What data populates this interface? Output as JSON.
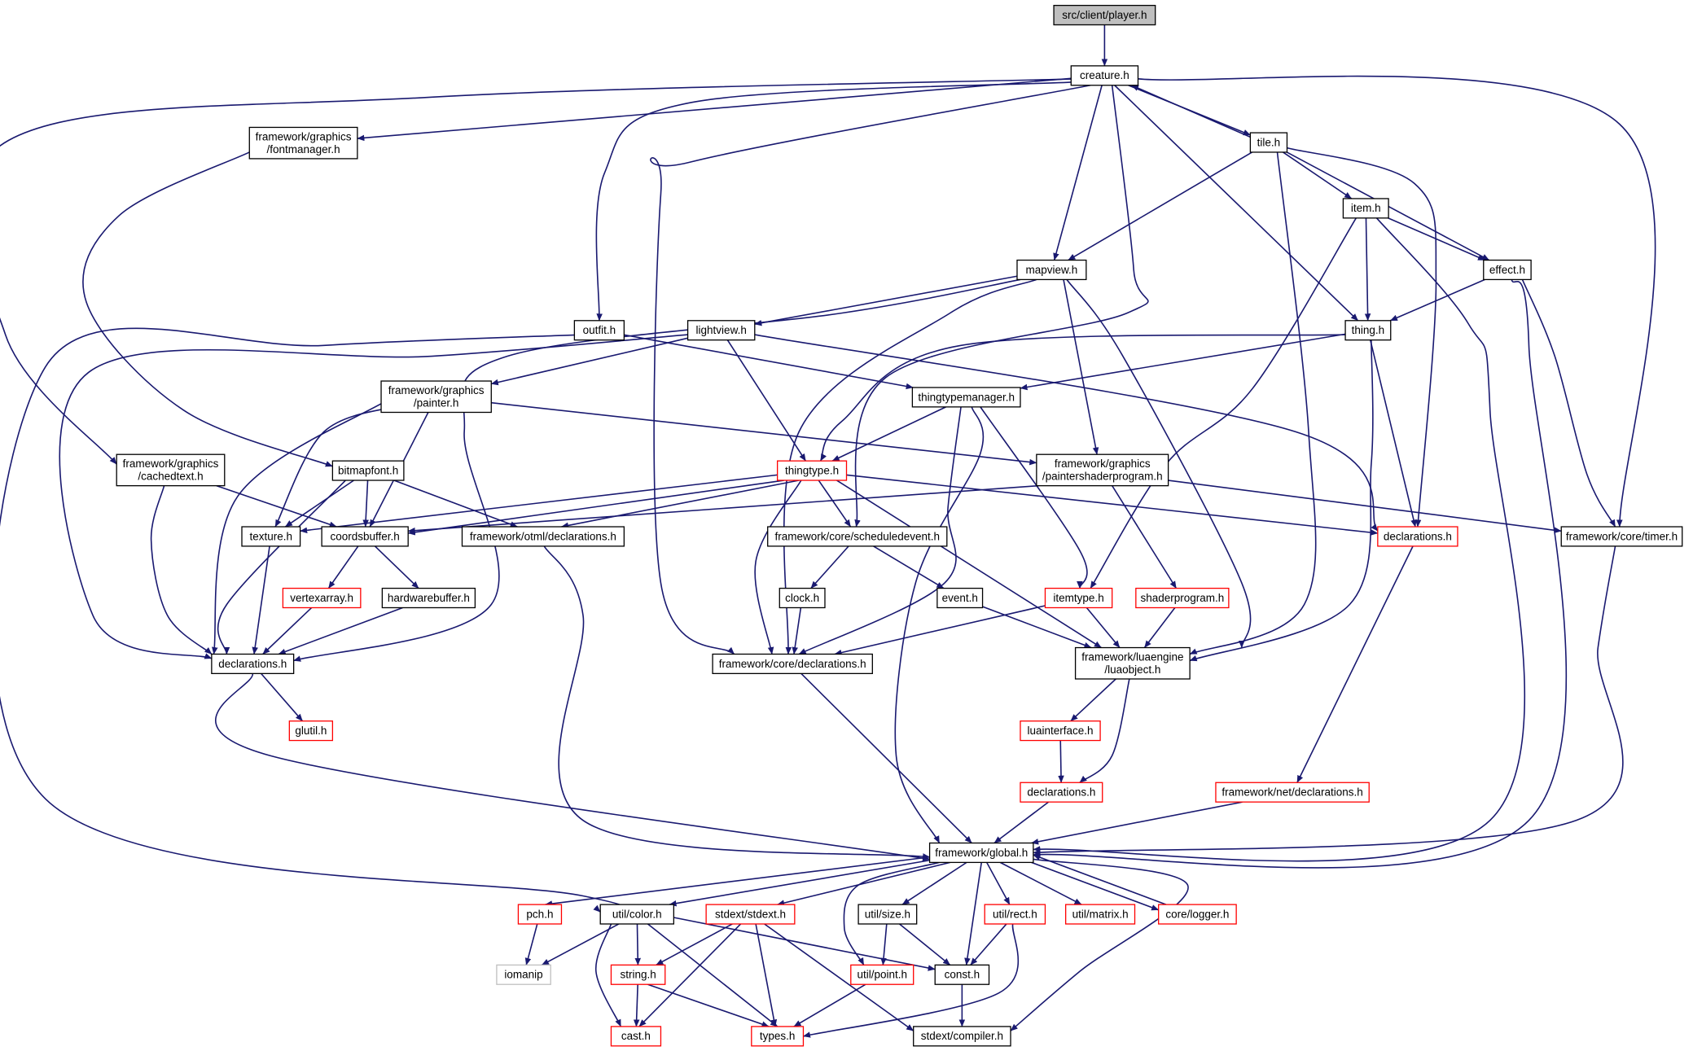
{
  "colors": {
    "edge": "#191970",
    "border_normal": "#000000",
    "border_truncated": "#ff0000",
    "border_undocumented": "#bfbfbf",
    "root_fill": "#bfbfbf",
    "node_fill": "#ffffff"
  },
  "nodes": [
    {
      "id": "player",
      "label": "src/client/player.h",
      "kind": "root"
    },
    {
      "id": "creature",
      "label": "creature.h",
      "kind": "normal"
    },
    {
      "id": "fontmanager",
      "label": "framework/graphics\n/fontmanager.h",
      "kind": "normal"
    },
    {
      "id": "tile",
      "label": "tile.h",
      "kind": "normal"
    },
    {
      "id": "item",
      "label": "item.h",
      "kind": "normal"
    },
    {
      "id": "effect",
      "label": "effect.h",
      "kind": "normal"
    },
    {
      "id": "mapview",
      "label": "mapview.h",
      "kind": "normal"
    },
    {
      "id": "outfit",
      "label": "outfit.h",
      "kind": "normal"
    },
    {
      "id": "lightview",
      "label": "lightview.h",
      "kind": "normal"
    },
    {
      "id": "thing",
      "label": "thing.h",
      "kind": "normal"
    },
    {
      "id": "painter",
      "label": "framework/graphics\n/painter.h",
      "kind": "normal"
    },
    {
      "id": "thingtypemanager",
      "label": "thingtypemanager.h",
      "kind": "normal"
    },
    {
      "id": "cachedtext",
      "label": "framework/graphics\n/cachedtext.h",
      "kind": "normal"
    },
    {
      "id": "bitmapfont",
      "label": "bitmapfont.h",
      "kind": "normal"
    },
    {
      "id": "thingtype",
      "label": "thingtype.h",
      "kind": "truncated"
    },
    {
      "id": "paintershader",
      "label": "framework/graphics\n/paintershaderprogram.h",
      "kind": "normal"
    },
    {
      "id": "texture",
      "label": "texture.h",
      "kind": "normal"
    },
    {
      "id": "coordsbuffer",
      "label": "coordsbuffer.h",
      "kind": "normal"
    },
    {
      "id": "otmldecl",
      "label": "framework/otml/declarations.h",
      "kind": "normal"
    },
    {
      "id": "scheduledevent",
      "label": "framework/core/scheduledevent.h",
      "kind": "normal"
    },
    {
      "id": "clientdecl",
      "label": "declarations.h",
      "kind": "truncated"
    },
    {
      "id": "timer",
      "label": "framework/core/timer.h",
      "kind": "normal"
    },
    {
      "id": "vertexarray",
      "label": "vertexarray.h",
      "kind": "truncated"
    },
    {
      "id": "hardwarebuffer",
      "label": "hardwarebuffer.h",
      "kind": "normal"
    },
    {
      "id": "clock",
      "label": "clock.h",
      "kind": "normal"
    },
    {
      "id": "event",
      "label": "event.h",
      "kind": "normal"
    },
    {
      "id": "itemtype",
      "label": "itemtype.h",
      "kind": "truncated"
    },
    {
      "id": "shaderprogram",
      "label": "shaderprogram.h",
      "kind": "truncated"
    },
    {
      "id": "gfxdecl",
      "label": "declarations.h",
      "kind": "normal"
    },
    {
      "id": "coredecl",
      "label": "framework/core/declarations.h",
      "kind": "normal"
    },
    {
      "id": "luaobject",
      "label": "framework/luaengine\n/luaobject.h",
      "kind": "normal"
    },
    {
      "id": "glutil",
      "label": "glutil.h",
      "kind": "truncated"
    },
    {
      "id": "luainterface",
      "label": "luainterface.h",
      "kind": "truncated"
    },
    {
      "id": "luadecl",
      "label": "declarations.h",
      "kind": "truncated"
    },
    {
      "id": "netdecl",
      "label": "framework/net/declarations.h",
      "kind": "truncated"
    },
    {
      "id": "global",
      "label": "framework/global.h",
      "kind": "normal"
    },
    {
      "id": "pch",
      "label": "pch.h",
      "kind": "truncated"
    },
    {
      "id": "color",
      "label": "util/color.h",
      "kind": "normal"
    },
    {
      "id": "stdext",
      "label": "stdext/stdext.h",
      "kind": "truncated"
    },
    {
      "id": "size",
      "label": "util/size.h",
      "kind": "normal"
    },
    {
      "id": "rect",
      "label": "util/rect.h",
      "kind": "truncated"
    },
    {
      "id": "matrix",
      "label": "util/matrix.h",
      "kind": "truncated"
    },
    {
      "id": "logger",
      "label": "core/logger.h",
      "kind": "truncated"
    },
    {
      "id": "iomanip",
      "label": "iomanip",
      "kind": "undocumented"
    },
    {
      "id": "string",
      "label": "string.h",
      "kind": "truncated"
    },
    {
      "id": "point",
      "label": "util/point.h",
      "kind": "truncated"
    },
    {
      "id": "const",
      "label": "const.h",
      "kind": "normal"
    },
    {
      "id": "cast",
      "label": "cast.h",
      "kind": "truncated"
    },
    {
      "id": "types",
      "label": "types.h",
      "kind": "truncated"
    },
    {
      "id": "compiler",
      "label": "stdext/compiler.h",
      "kind": "normal"
    }
  ],
  "edges": [
    [
      "player",
      "creature"
    ],
    [
      "creature",
      "fontmanager"
    ],
    [
      "creature",
      "cachedtext"
    ],
    [
      "creature",
      "outfit"
    ],
    [
      "creature",
      "coredecl"
    ],
    [
      "creature",
      "scheduledevent"
    ],
    [
      "creature",
      "mapview"
    ],
    [
      "creature",
      "tile"
    ],
    [
      "creature",
      "thing"
    ],
    [
      "creature",
      "timer"
    ],
    [
      "tile",
      "creature"
    ],
    [
      "tile",
      "mapview"
    ],
    [
      "tile",
      "item"
    ],
    [
      "tile",
      "effect"
    ],
    [
      "tile",
      "clientdecl"
    ],
    [
      "tile",
      "luaobject"
    ],
    [
      "fontmanager",
      "bitmapfont"
    ],
    [
      "item",
      "thing"
    ],
    [
      "item",
      "effect"
    ],
    [
      "item",
      "itemtype"
    ],
    [
      "item",
      "global"
    ],
    [
      "effect",
      "thing"
    ],
    [
      "effect",
      "timer"
    ],
    [
      "effect",
      "global"
    ],
    [
      "mapview",
      "lightview"
    ],
    [
      "mapview",
      "paintershader"
    ],
    [
      "mapview",
      "coredecl"
    ],
    [
      "mapview",
      "luaobject"
    ],
    [
      "mapview",
      "gfxdecl"
    ],
    [
      "outfit",
      "thingtypemanager"
    ],
    [
      "outfit",
      "color"
    ],
    [
      "lightview",
      "painter"
    ],
    [
      "lightview",
      "thingtype"
    ],
    [
      "lightview",
      "clientdecl"
    ],
    [
      "lightview",
      "gfxdecl"
    ],
    [
      "thing",
      "thingtypemanager"
    ],
    [
      "thing",
      "thingtype"
    ],
    [
      "thing",
      "clientdecl"
    ],
    [
      "thing",
      "luaobject"
    ],
    [
      "painter",
      "paintershader"
    ],
    [
      "painter",
      "texture"
    ],
    [
      "painter",
      "coordsbuffer"
    ],
    [
      "painter",
      "gfxdecl"
    ],
    [
      "thingtypemanager",
      "thingtype"
    ],
    [
      "thingtypemanager",
      "itemtype"
    ],
    [
      "thingtypemanager",
      "coredecl"
    ],
    [
      "thingtypemanager",
      "global"
    ],
    [
      "cachedtext",
      "coordsbuffer"
    ],
    [
      "cachedtext",
      "gfxdecl"
    ],
    [
      "bitmapfont",
      "texture"
    ],
    [
      "bitmapfont",
      "coordsbuffer"
    ],
    [
      "bitmapfont",
      "otmldecl"
    ],
    [
      "bitmapfont",
      "gfxdecl"
    ],
    [
      "thingtype",
      "texture"
    ],
    [
      "thingtype",
      "coordsbuffer"
    ],
    [
      "thingtype",
      "otmldecl"
    ],
    [
      "thingtype",
      "scheduledevent"
    ],
    [
      "thingtype",
      "coredecl"
    ],
    [
      "thingtype",
      "clientdecl"
    ],
    [
      "thingtype",
      "luaobject"
    ],
    [
      "paintershader",
      "coordsbuffer"
    ],
    [
      "paintershader",
      "shaderprogram"
    ],
    [
      "paintershader",
      "timer"
    ],
    [
      "coordsbuffer",
      "vertexarray"
    ],
    [
      "coordsbuffer",
      "hardwarebuffer"
    ],
    [
      "texture",
      "gfxdecl"
    ],
    [
      "vertexarray",
      "gfxdecl"
    ],
    [
      "hardwarebuffer",
      "gfxdecl"
    ],
    [
      "otmldecl",
      "global"
    ],
    [
      "scheduledevent",
      "clock"
    ],
    [
      "scheduledevent",
      "event"
    ],
    [
      "clock",
      "coredecl"
    ],
    [
      "event",
      "luaobject"
    ],
    [
      "itemtype",
      "coredecl"
    ],
    [
      "itemtype",
      "luaobject"
    ],
    [
      "shaderprogram",
      "luaobject"
    ],
    [
      "clientdecl",
      "netdecl"
    ],
    [
      "timer",
      "global"
    ],
    [
      "gfxdecl",
      "glutil"
    ],
    [
      "gfxdecl",
      "global"
    ],
    [
      "coredecl",
      "global"
    ],
    [
      "luaobject",
      "luainterface"
    ],
    [
      "luaobject",
      "luadecl"
    ],
    [
      "luainterface",
      "luadecl"
    ],
    [
      "luadecl",
      "global"
    ],
    [
      "netdecl",
      "global"
    ],
    [
      "global",
      "pch"
    ],
    [
      "global",
      "color"
    ],
    [
      "global",
      "stdext"
    ],
    [
      "global",
      "size"
    ],
    [
      "global",
      "rect"
    ],
    [
      "global",
      "matrix"
    ],
    [
      "global",
      "logger"
    ],
    [
      "global",
      "point"
    ],
    [
      "global",
      "const"
    ],
    [
      "global",
      "compiler"
    ],
    [
      "logger",
      "global"
    ],
    [
      "pch",
      "iomanip"
    ],
    [
      "color",
      "iomanip"
    ],
    [
      "color",
      "string"
    ],
    [
      "color",
      "const"
    ],
    [
      "color",
      "cast"
    ],
    [
      "color",
      "types"
    ],
    [
      "stdext",
      "string"
    ],
    [
      "stdext",
      "cast"
    ],
    [
      "stdext",
      "types"
    ],
    [
      "stdext",
      "compiler"
    ],
    [
      "size",
      "point"
    ],
    [
      "size",
      "const"
    ],
    [
      "rect",
      "const"
    ],
    [
      "rect",
      "types"
    ],
    [
      "string",
      "cast"
    ],
    [
      "string",
      "types"
    ],
    [
      "point",
      "types"
    ],
    [
      "const",
      "compiler"
    ]
  ]
}
